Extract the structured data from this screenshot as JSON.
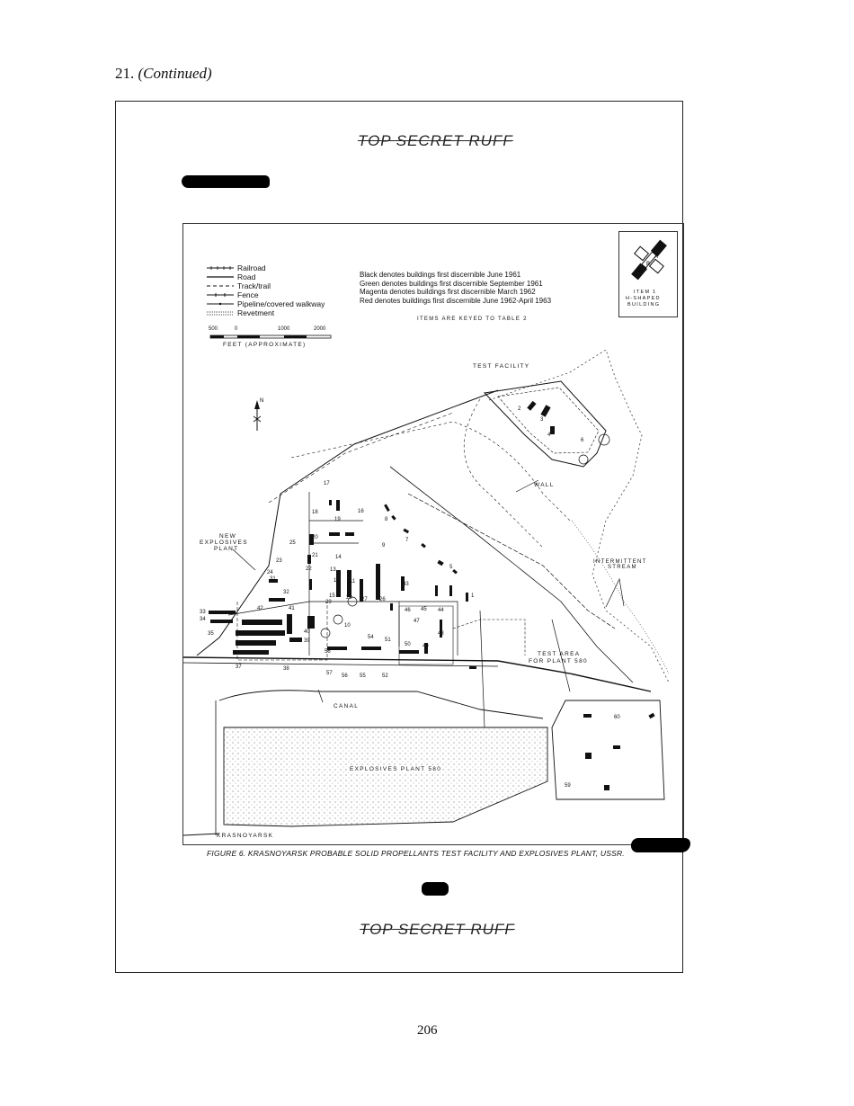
{
  "page": {
    "section_number": "21.",
    "section_continued": "(Continued)",
    "classification_top": "TOP SECRET RUFF",
    "classification_bottom": "TOP SECRET RUFF",
    "page_number": "206"
  },
  "figure": {
    "caption": "FIGURE 6. KRASNOYARSK PROBABLE SOLID PROPELLANTS TEST FACILITY AND EXPLOSIVES PLANT, USSR.",
    "legend": {
      "items": [
        {
          "label": "Railroad",
          "style": "railroad"
        },
        {
          "label": "Road",
          "style": "road"
        },
        {
          "label": "Track/trail",
          "style": "track"
        },
        {
          "label": "Fence",
          "style": "fence"
        },
        {
          "label": "Pipeline/covered walkway",
          "style": "pipeline"
        },
        {
          "label": "Revetment",
          "style": "revetment"
        }
      ],
      "color_notes": [
        "Black denotes buildings first discernible June 1961",
        "Green denotes buildings first discernible September 1961",
        "Magenta denotes buildings first discernible March 1962",
        "Red denotes buildings first discernible June 1962-April 1963"
      ],
      "items_keyed": "ITEMS ARE KEYED TO TABLE 2",
      "scale_ticks": [
        "500",
        "0",
        "1000",
        "2000"
      ],
      "scale_label": "FEET (APPROXIMATE)"
    },
    "item_box": {
      "line1": "ITEM 1",
      "line2": "H-SHAPED",
      "line3": "BUILDING",
      "letters": [
        "A",
        "B",
        "C"
      ]
    },
    "map_labels": {
      "test_facility": "TEST FACILITY",
      "wall": "WALL",
      "new_explosives_1": "NEW",
      "new_explosives_2": "EXPLOSIVES",
      "new_explosives_3": "PLANT",
      "intermittent_1": "INTERMITTENT",
      "intermittent_2": "STREAM",
      "test_area_1": "TEST AREA",
      "test_area_2": "FOR PLANT 580",
      "canal": "CANAL",
      "explosives_plant": "EXPLOSIVES PLANT 580",
      "krasnoyarsk": "KRASNOYARSK",
      "north": "N"
    },
    "building_numbers": [
      "1",
      "2",
      "3",
      "4",
      "5",
      "6",
      "7",
      "8",
      "9",
      "10",
      "11",
      "12",
      "13",
      "14",
      "15",
      "16",
      "17",
      "18",
      "19",
      "20",
      "21",
      "22",
      "23",
      "24",
      "25",
      "26",
      "27",
      "28",
      "29",
      "31",
      "32",
      "33",
      "34",
      "35",
      "36",
      "37",
      "38",
      "39",
      "40",
      "41",
      "42",
      "43",
      "44",
      "45",
      "46",
      "47",
      "48",
      "49",
      "50",
      "51",
      "52",
      "54",
      "55",
      "56",
      "57",
      "58",
      "59",
      "60"
    ]
  },
  "colors": {
    "ink": "#111111",
    "redaction": "#000000",
    "paper": "#ffffff"
  }
}
